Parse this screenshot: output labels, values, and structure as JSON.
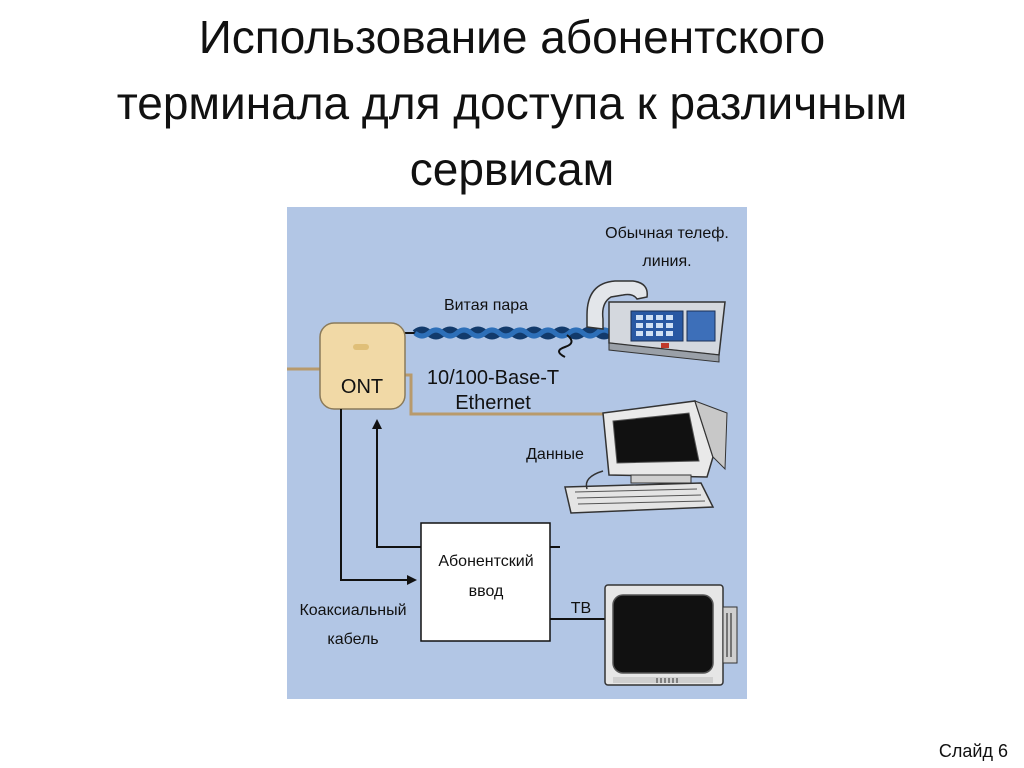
{
  "slide": {
    "title_lines": [
      "Использование абонентского",
      "терминала для доступа к различным",
      "сервисам"
    ],
    "number": "Слайд 6"
  },
  "diagram": {
    "colors": {
      "background": "#b2c6e5",
      "ont_fill": "#f1d9a6",
      "fiber": "#b89a6c",
      "twisted_pair": "#2d6fb8",
      "line": "#111111"
    },
    "labels": {
      "phone_line_1": "Обычная телеф.",
      "phone_line_2": "линия.",
      "twisted_pair": "Витая пара",
      "ont": "ONT",
      "ethernet_1": "10/100-Base-T",
      "ethernet_2": "Ethernet",
      "data": "Данные",
      "box_1": "Абонентский",
      "box_2": "ввод",
      "tv": "ТВ",
      "coax_1": "Коаксиальный",
      "coax_2": "кабель"
    },
    "icons": [
      "telephone-icon",
      "computer-icon",
      "television-icon"
    ]
  }
}
